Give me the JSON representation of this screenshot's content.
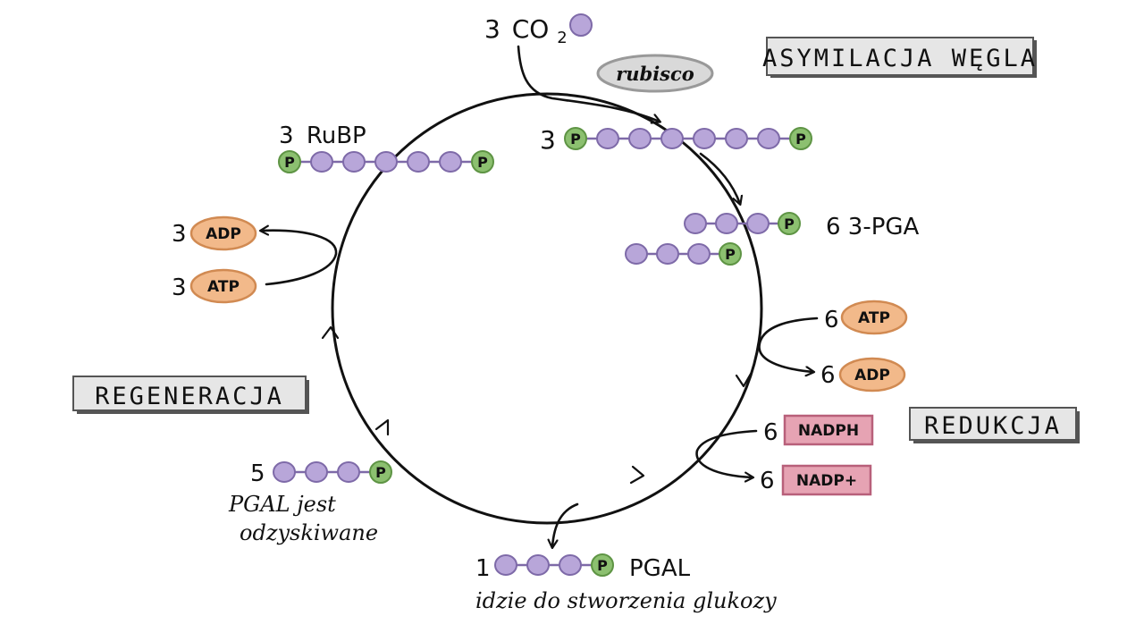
{
  "colors": {
    "carbon": "#b8a6d9",
    "carbon_stroke": "#7e6aa8",
    "phosphate": "#8cc070",
    "phosphate_stroke": "#5e9444",
    "atp": "#f2b98a",
    "atp_stroke": "#d18a52",
    "nadph": "#e6a3b3",
    "nadph_stroke": "#b8607a",
    "enzyme": "#d9d9d9",
    "enzyme_stroke": "#999999",
    "box": "#e6e6e6",
    "box_stroke": "#555555",
    "line": "#111111"
  },
  "phases": {
    "fixation": "ASYMILACJA WĘGLA",
    "reduction": "REDUKCJA",
    "regeneration": "REGENERACJA"
  },
  "input": {
    "co2_count": "3",
    "co2_label": "CO",
    "co2_sub": "2",
    "enzyme": "rubisco"
  },
  "molecules": {
    "unstable_count": "3",
    "pga_label": "6 3-PGA",
    "rubp_count": "3",
    "rubp_name": "RuBP",
    "pgal_recycled_count": "5",
    "pgal_recycled_text_1": "PGAL jest",
    "pgal_recycled_text_2": "odzyskiwane",
    "pgal_out_count": "1",
    "pgal_out_name": "PGAL",
    "pgal_out_text": "idzie do stworzenia glukozy",
    "phosphate_symbol": "P"
  },
  "energy": {
    "reduction_atp_count": "6",
    "reduction_adp_count": "6",
    "nadph_count": "6",
    "nadp_count": "6",
    "regeneration_adp_count": "3",
    "regeneration_atp_count": "3",
    "atp": "ATP",
    "adp": "ADP",
    "nadph": "NADPH",
    "nadp": "NADP+"
  }
}
